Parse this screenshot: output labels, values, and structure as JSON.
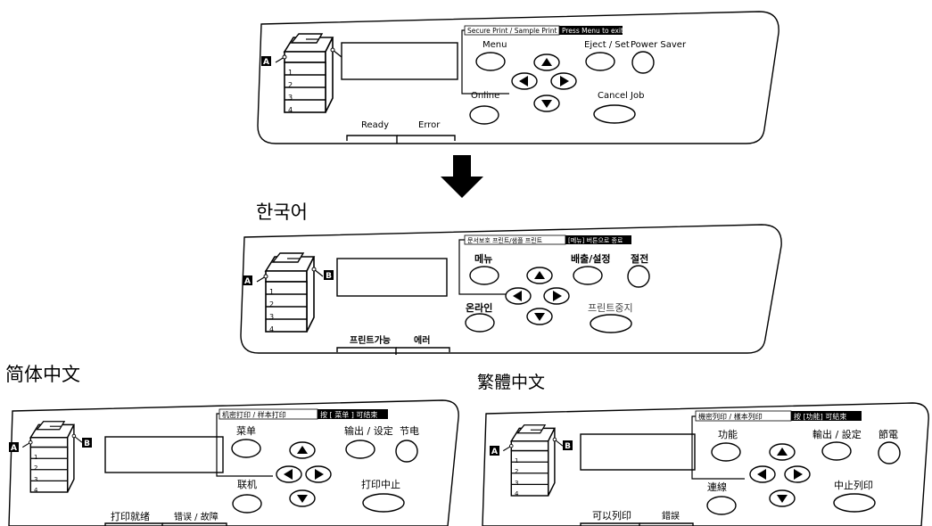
{
  "sections": {
    "korean": "한국어",
    "simplified": "简体中文",
    "traditional": "繁體中文"
  },
  "panels": {
    "english": {
      "banner_left": "Secure Print / Sample Print",
      "banner_right": "Press Menu to exit",
      "menu": "Menu",
      "eject": "Eject / Set",
      "power": "Power Saver",
      "online": "Online",
      "cancel": "Cancel Job",
      "ready": "Ready",
      "error": "Error"
    },
    "korean": {
      "banner_left": "문서보호 프린트/샘플 프린트",
      "banner_right": "[메뉴] 버튼으로 종료",
      "menu": "메뉴",
      "eject": "배출/설정",
      "power": "절전",
      "online": "온라인",
      "cancel": "프린트중지",
      "ready": "프린트가능",
      "error": "에러"
    },
    "simplified": {
      "banner_left": "机密打印 / 样本打印",
      "banner_right": "按 [ 菜单 ] 可结束",
      "menu": "菜单",
      "eject": "输出 / 设定",
      "power": "节电",
      "online": "联机",
      "cancel": "打印中止",
      "ready": "打印就绪",
      "error": "错误 / 故障"
    },
    "traditional": {
      "banner_left": "機密列印 / 樣本列印",
      "banner_right": "按 [功能] 可結束",
      "menu": "功能",
      "eject": "輸出 / 設定",
      "power": "節電",
      "online": "連線",
      "cancel": "中止列印",
      "ready": "可以列印",
      "error": "錯誤"
    }
  },
  "printer": {
    "marker_a": "A",
    "marker_b": "B",
    "trays": [
      "1",
      "2",
      "3",
      "4"
    ]
  },
  "icons": {
    "transition_arrow": "down-arrow-icon",
    "nav_up": "triangle-up-icon",
    "nav_down": "triangle-down-icon",
    "nav_left": "triangle-left-icon",
    "nav_right": "triangle-right-icon"
  }
}
